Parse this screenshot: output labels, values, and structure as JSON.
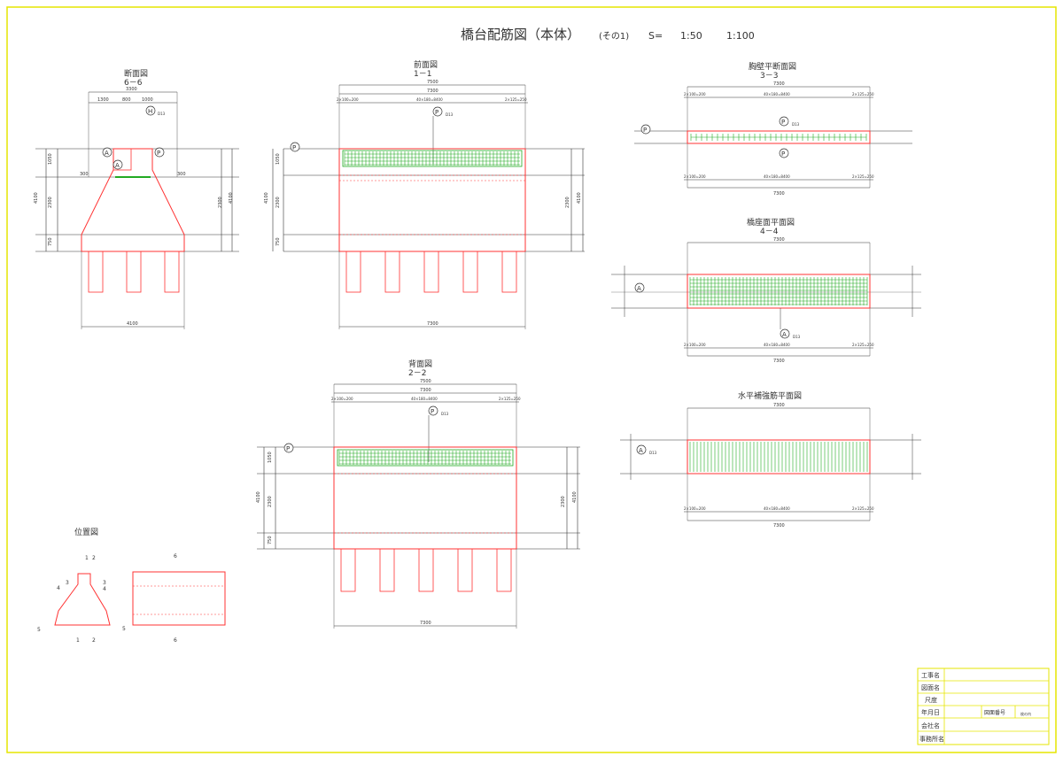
{
  "title": {
    "main": "橋台配筋図（本体）",
    "sub": "(その1)",
    "scale_label": "S=",
    "scale_1": "1:50",
    "scale_2": "1:100"
  },
  "views": {
    "section": {
      "title": "断面図",
      "sub": "6－6",
      "width_top": "3300",
      "width_bottom": "4100",
      "dim_1": "1300",
      "dim_2": "800",
      "dim_3": "1000",
      "height": "4100",
      "h1": "1050",
      "h2": "2300",
      "h3": "750",
      "w_left": "300",
      "w_right": "300",
      "rebar": "D13",
      "mark_h": "H",
      "mark_a": "A",
      "mark_p": "P"
    },
    "front": {
      "title": "前面図",
      "sub": "1－1",
      "overall": "7500",
      "inner": "7300",
      "spacing_l": "2×100=200",
      "spacing_c": "40×180=8400",
      "spacing_r": "2×125=250",
      "bottom": "7300",
      "h_total": "4100",
      "h_top": "1050",
      "h_mid": "2300",
      "h_bot": "750",
      "mark": "P",
      "rebar": "D13"
    },
    "back": {
      "title": "背面図",
      "sub": "2－2",
      "overall": "7500",
      "inner": "7300",
      "spacing_l": "2×100=200",
      "spacing_c": "40×180=8400",
      "spacing_r": "2×125=250",
      "bottom": "7300",
      "h_total": "4100",
      "h_top": "1050",
      "h_mid": "2300",
      "h_bot": "750",
      "mark": "P",
      "rebar": "D13"
    },
    "parapet": {
      "title": "胸壁平断面図",
      "sub": "3－3",
      "overall": "7300",
      "spacing_l": "2×100=200",
      "spacing_c": "40×180=8400",
      "spacing_r": "2×125=250",
      "mark": "P",
      "rebar": "D13"
    },
    "seat": {
      "title": "橋座面平面図",
      "sub": "4－4",
      "overall": "7300",
      "spacing_l": "2×100=200",
      "spacing_c": "40×180=8400",
      "spacing_r": "2×125=250",
      "mark": "A",
      "rebar": "D13"
    },
    "horizontal": {
      "title": "水平補強筋平面図",
      "overall": "7300",
      "spacing_l": "2×100=200",
      "spacing_c": "40×180=8400",
      "spacing_r": "2×125=250",
      "mark": "A",
      "rebar": "D13"
    },
    "location": {
      "title": "位置図",
      "labels": [
        "1",
        "2",
        "3",
        "4",
        "5",
        "6"
      ]
    }
  },
  "title_block": {
    "rows": [
      "工事名",
      "図面名",
      "尺度",
      "年月日",
      "会社名",
      "事務所名"
    ],
    "drawing_no_label": "図面番号",
    "sheet_label": "枚の内"
  },
  "colors": {
    "border": "#e6e600",
    "outline": "#ff3333",
    "rebar": "#22aa22",
    "dim": "#333333"
  }
}
